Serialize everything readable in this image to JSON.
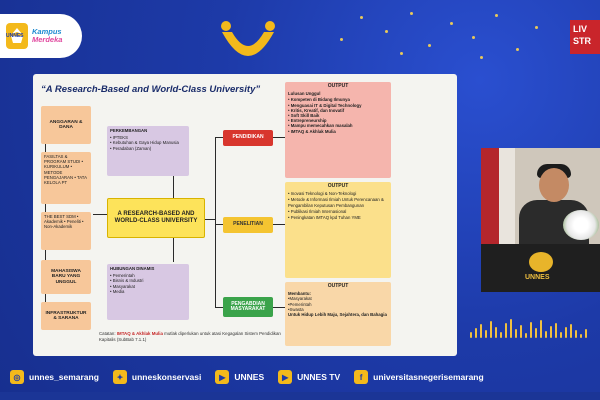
{
  "brand": {
    "unnes_label": "UNNES",
    "kampus_line1": "Kampus",
    "kampus_line2": "Merdeka",
    "live_line1": "LIV",
    "live_line2": "STR"
  },
  "slide": {
    "title": "“A Research-Based and World-Class University”",
    "left_boxes": [
      "ANGGARAN & DANA",
      "FASILTAS & PROGRAM STUDI • KURIKULUM • METODE PENGAJARAN • TATA KELOLA PT",
      "THE BEST SDM • Akademik • Peneliti • Non-Akademik",
      "MAHASISWA BARU YANG UNGGUL",
      "INFRASTRUKTUR & SARANA"
    ],
    "perkembangan": {
      "title": "PERKEMBANGAN",
      "items": [
        "• IPTEKS",
        "• Kebutuhan & Gaya Hidup Manusia",
        "• Peradaban (Zaman)"
      ]
    },
    "center": "A RESEARCH-BASED AND WORLD-CLASS UNIVERSITY",
    "hubungan": {
      "title": "HUBUNGAN DINAMIS",
      "items": [
        "• Pemerintah",
        "• Bisnis & Industri",
        "• Masyarakat",
        "• Media"
      ]
    },
    "pillars": [
      "PENDIDIKAN",
      "PENELITIAN",
      "PENGABDIAN MASYARAKAT"
    ],
    "output1": {
      "title": "OUTPUT",
      "heading": "Lulusan Unggul",
      "items": [
        "• Kompeten di Bidang Ilmunya",
        "• Menguasai IT & Digital Technology",
        "• Kritis, Kreatif, dan Inovatif",
        "• Soft Skill Baik",
        "• Entrepreneurship",
        "• Mampu memecahkan masalah",
        "• IMTAQ & Akhlak Mulia"
      ]
    },
    "output2": {
      "title": "OUTPUT",
      "items": [
        "• Inovasi Teknologi & Non-Teknologi",
        "• Metode & Informasi Ilmiah Untuk Perencanaan & Pengambilan Keputusan Pembangunan",
        "• Publikasi Ilmiah Internasional",
        "• Peningkatan IMTAQ kpd Tuhan YME"
      ]
    },
    "output3": {
      "title": "OUTPUT",
      "heading": "Membantu:",
      "items": [
        "•Masyarakat",
        "•Pemerintah",
        "•Swasta"
      ],
      "footer": "Untuk Hidup Lebih Maju, Sejahtera, dan Bahagia"
    },
    "note": {
      "prefix": "Catatan: ",
      "red": "IMTAQ & Akhlak Mulia",
      "mid": " mutlak diperlukan untuk atasi Kegagalan Sistem Pendidikan Kapitalis",
      "suffix": " (SubBab 7.1.1)"
    }
  },
  "video": {
    "podium_label": "UNNES"
  },
  "social": [
    {
      "icon": "instagram-icon",
      "glyph": "◎",
      "label": "unnes_semarang"
    },
    {
      "icon": "twitter-icon",
      "glyph": "✦",
      "label": "unneskonservasi"
    },
    {
      "icon": "youtube-icon",
      "glyph": "▶",
      "label": "UNNES"
    },
    {
      "icon": "youtube-icon",
      "glyph": "▶",
      "label": "UNNES TV"
    },
    {
      "icon": "facebook-icon",
      "glyph": "f",
      "label": "universitasnegerisemarang"
    }
  ],
  "colors": {
    "background": "#1d3aa8",
    "accent": "#f3b91b",
    "live": "#c9252b"
  }
}
